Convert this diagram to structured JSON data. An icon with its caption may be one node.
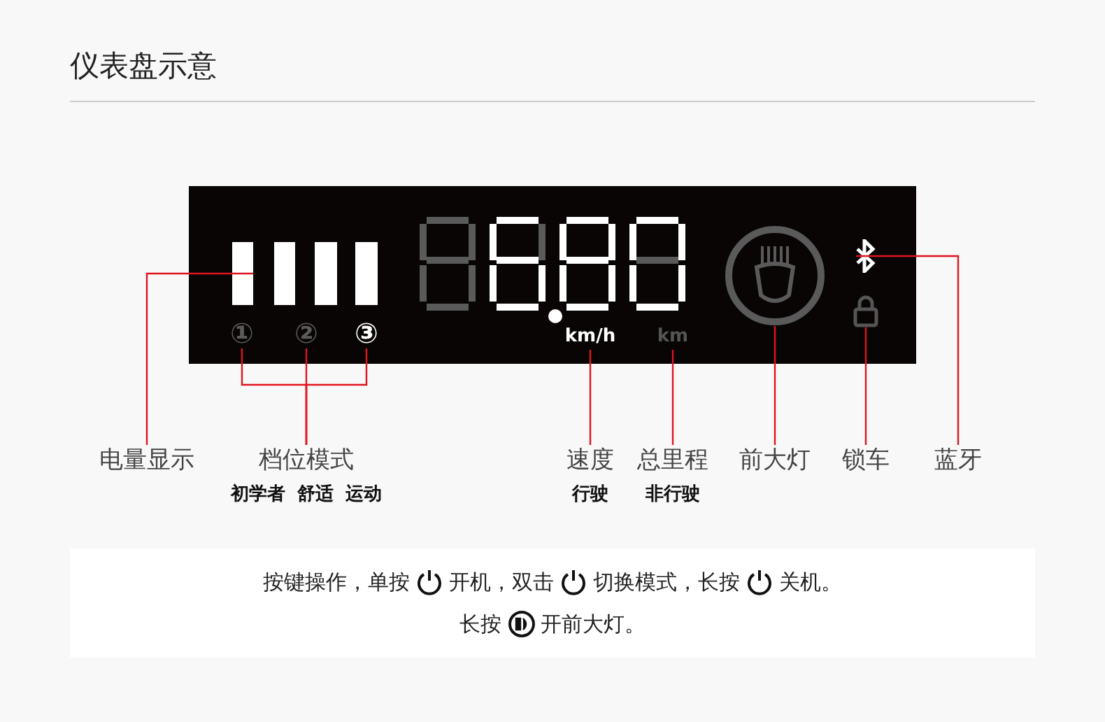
{
  "diagram": {
    "title": "仪表盘示意",
    "nodes": [
      {
        "text": [],
        "shape": "box"
      },
      {
        "text": [],
        "shape": "bar",
        "in": 0
      },
      {
        "text": [],
        "shape": "bar",
        "in": 0
      },
      {
        "text": [],
        "shape": "bar",
        "in": 0
      },
      {
        "text": [],
        "shape": "bar",
        "in": 0
      },
      {
        "text": [
          "①"
        ],
        "in": 0
      },
      {
        "text": [
          "②"
        ],
        "in": 0
      },
      {
        "text": [
          "③"
        ],
        "in": 0
      },
      {
        "text": [
          "km/h"
        ],
        "in": 0
      },
      {
        "text": [
          "km"
        ],
        "in": 0
      },
      {
        "text": [],
        "shape": "circle",
        "in": 0
      },
      {
        "text": [],
        "shape": "symbol",
        "in": 0
      },
      {
        "text": [],
        "shape": "lock",
        "in": 0
      },
      {
        "text": [
          "电量显示"
        ]
      },
      {
        "text": [
          "档位模式",
          "初学者 舒适 运动"
        ]
      },
      {
        "text": [
          "速度",
          "行驶"
        ]
      },
      {
        "text": [
          "总里程",
          "非行驶"
        ]
      },
      {
        "text": [
          "前大灯"
        ]
      },
      {
        "text": [
          "锁车"
        ]
      },
      {
        "text": [
          "蓝牙"
        ]
      },
      {
        "text": [
          "按键操作，单按",
          "开机，双击",
          "切换模式，长按",
          "关机。",
          "长按",
          "开前大灯。"
        ]
      }
    ],
    "edges": [
      {
        "from": 13,
        "to": 1,
        "arrow": "none"
      },
      {
        "from": 14,
        "to": 5,
        "arrow": "none"
      },
      {
        "from": 14,
        "to": 6,
        "arrow": "none"
      },
      {
        "from": 14,
        "to": 7,
        "arrow": "none"
      },
      {
        "from": 15,
        "to": 8,
        "arrow": "none"
      },
      {
        "from": 16,
        "to": 9,
        "arrow": "none"
      },
      {
        "from": 17,
        "to": 10,
        "arrow": "none"
      },
      {
        "from": 18,
        "to": 12,
        "arrow": "none"
      },
      {
        "from": 19,
        "to": 11,
        "arrow": "none"
      }
    ]
  }
}
